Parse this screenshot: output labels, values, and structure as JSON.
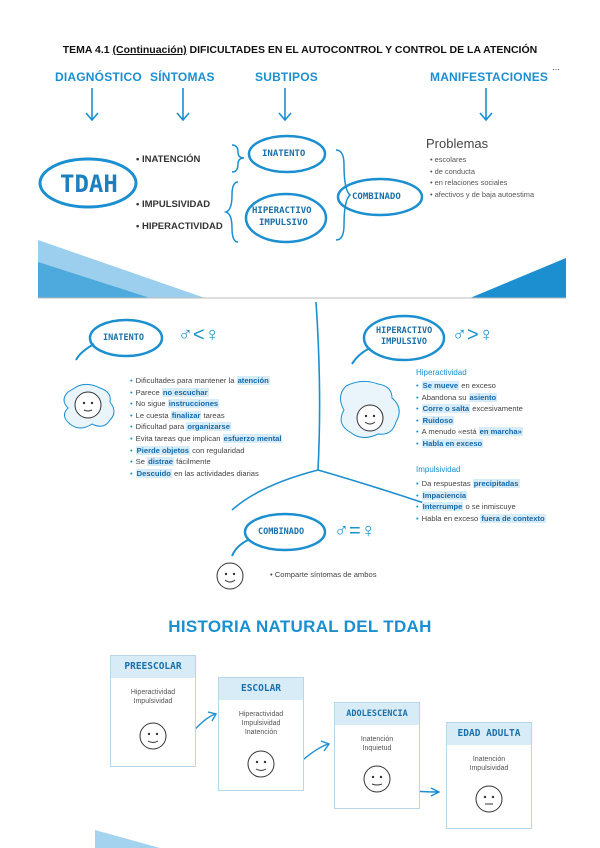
{
  "title": {
    "prefix": "TEMA 4.1 ",
    "underlined": "(Continuación)",
    "rest": " DIFICULTADES EN EL AUTOCONTROL Y CONTROL DE LA ATENCIÓN"
  },
  "headers": {
    "diagnostico": "DIAGNÓSTICO",
    "sintomas": "SÍNTOMAS",
    "subtipos": "SUBTIPOS",
    "manifestaciones": "MANIFESTACIONES",
    "ellipsis": "..."
  },
  "diagram": {
    "tdah": "TDAH",
    "symptoms": [
      "• INATENCIÓN",
      "• IMPULSIVIDAD",
      "• HIPERACTIVIDAD"
    ],
    "subtype_inatento": "INATENTO",
    "subtype_hiper_1": "HIPERACTIVO",
    "subtype_hiper_2": "IMPULSIVO",
    "subtype_combinado": "COMBINADO",
    "problems_title": "Problemas",
    "problems": [
      "escolares",
      "de conducta",
      "en relaciones sociales",
      "afectivos y de baja autoestima"
    ]
  },
  "inatento": {
    "label": "INATENTO",
    "gender": "♂<♀",
    "items": [
      {
        "a": "Dificultades para mantener la ",
        "h": "atención",
        "b": ""
      },
      {
        "a": "Parece ",
        "h": "no escuchar",
        "b": ""
      },
      {
        "a": "No sigue ",
        "h": "instrucciones",
        "b": ""
      },
      {
        "a": "Le cuesta ",
        "h": "finalizar",
        "b": " tareas"
      },
      {
        "a": "Dificultad para ",
        "h": "organizarse",
        "b": ""
      },
      {
        "a": "Evita tareas que implican ",
        "h": "esfuerzo mental",
        "b": ""
      },
      {
        "a": "",
        "h": "Pierde objetos",
        "b": " con regularidad"
      },
      {
        "a": "Se ",
        "h": "distrae",
        "b": " fácilmente"
      },
      {
        "a": "",
        "h": "Descuido",
        "b": " en las actividades diarias"
      }
    ]
  },
  "hiperactivo": {
    "label_1": "HIPERACTIVO",
    "label_2": "IMPULSIVO",
    "gender": "♂>♀",
    "hiper_title": "Hiperactividad",
    "hiper_items": [
      {
        "a": "",
        "h": "Se mueve",
        "b": " en exceso"
      },
      {
        "a": "Abandona su ",
        "h": "asiento",
        "b": ""
      },
      {
        "a": "",
        "h": "Corre o salta",
        "b": " excesivamente"
      },
      {
        "a": "",
        "h": "Ruidoso",
        "b": ""
      },
      {
        "a": "A menudo «está ",
        "h": "en marcha»",
        "b": ""
      },
      {
        "a": "",
        "h": "Habla en exceso",
        "b": ""
      }
    ],
    "impul_title": "Impulsividad",
    "impul_items": [
      {
        "a": "Da respuestas ",
        "h": "precipitadas",
        "b": ""
      },
      {
        "a": "",
        "h": "Impaciencia",
        "b": ""
      },
      {
        "a": "",
        "h": "Interrumpe",
        "b": " o se inmiscuye"
      },
      {
        "a": "Habla en exceso ",
        "h": "fuera de contexto",
        "b": ""
      }
    ]
  },
  "combinado": {
    "label": "COMBINADO",
    "gender": "♂=♀",
    "item": "• Comparte síntomas de ambos"
  },
  "historia": {
    "title": "HISTORIA NATURAL DEL TDAH",
    "stages": [
      {
        "name": "PREESCOLAR",
        "lines": [
          "Hiperactividad",
          "Impulsividad"
        ]
      },
      {
        "name": "ESCOLAR",
        "lines": [
          "Hiperactividad",
          "Impulsividad",
          "Inatención"
        ]
      },
      {
        "name": "ADOLESCENCIA",
        "lines": [
          "Inatención",
          "Inquietud"
        ]
      },
      {
        "name": "EDAD ADULTA",
        "lines": [
          "Inatención",
          "Impulsividad"
        ]
      }
    ]
  },
  "colors": {
    "accent": "#1b8fd0",
    "highlight": "#d6ecf8",
    "dark_blue": "#1668a8"
  }
}
